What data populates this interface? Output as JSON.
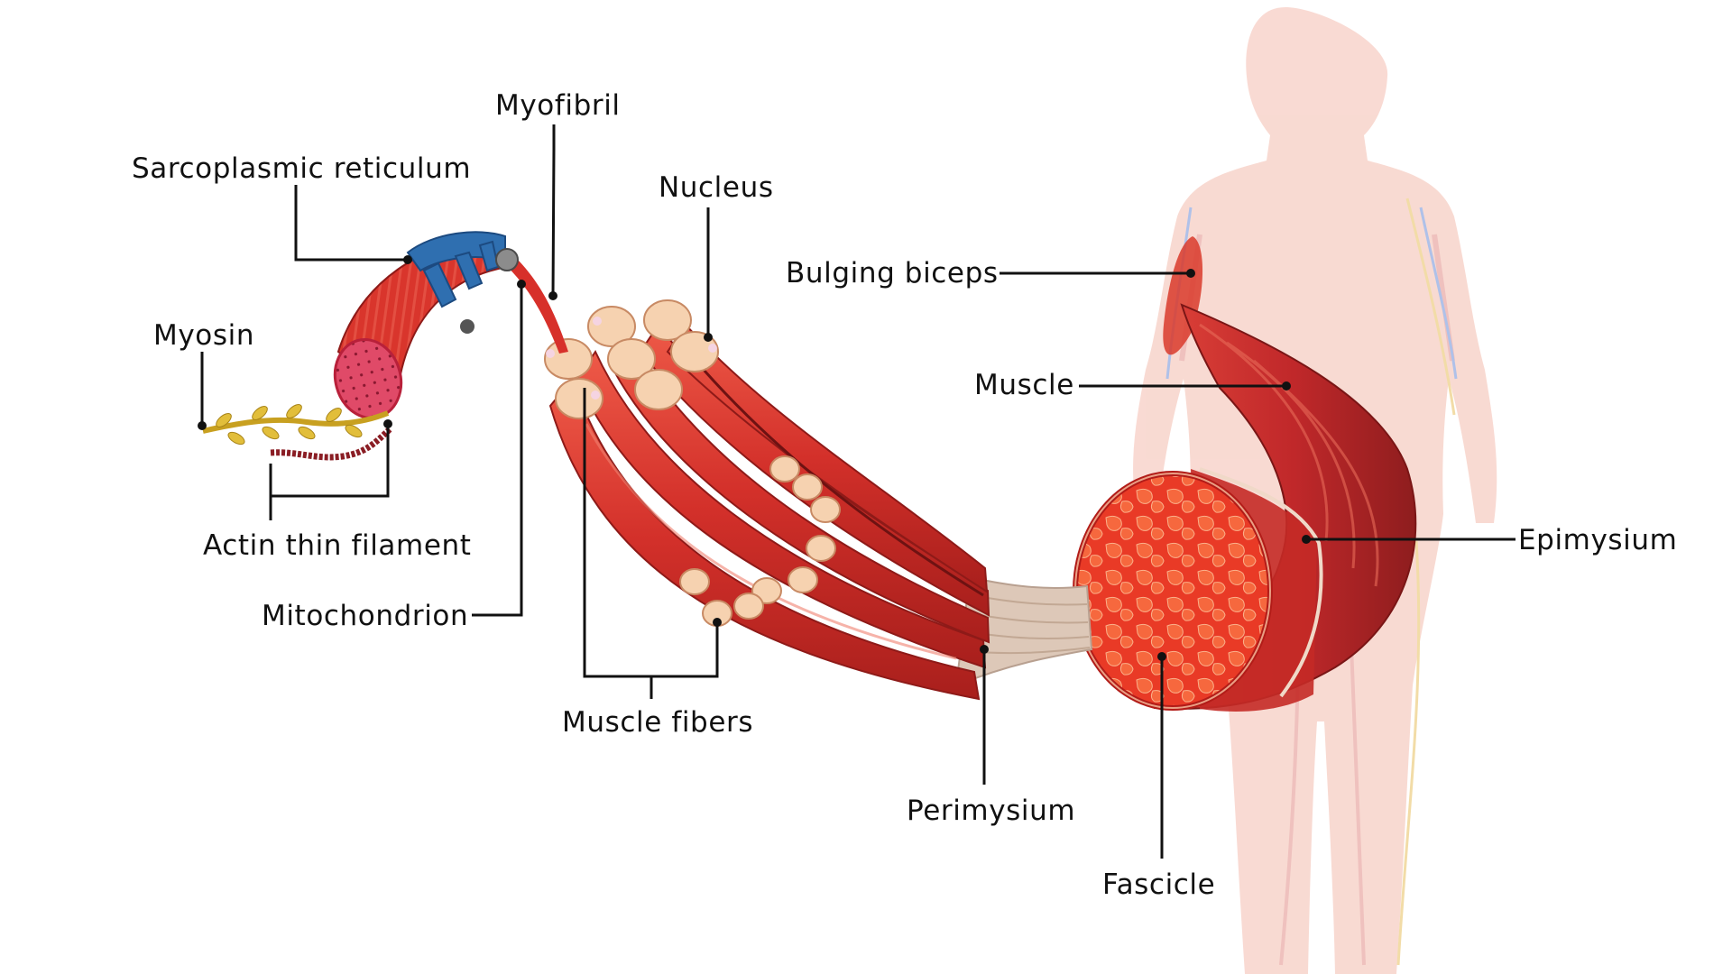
{
  "labels": {
    "myofibril": "Myofibril",
    "sarcoplasmic_reticulum": "Sarcoplasmic reticulum",
    "nucleus": "Nucleus",
    "bulging_biceps": "Bulging biceps",
    "myosin": "Myosin",
    "muscle": "Muscle",
    "actin_thin_filament": "Actin thin filament",
    "epimysium": "Epimysium",
    "mitochondrion": "Mitochondrion",
    "muscle_fibers": "Muscle fibers",
    "perimysium": "Perimysium",
    "fascicle": "Fascicle"
  },
  "colors": {
    "background": "#ffffff",
    "label_text": "#111111",
    "leader_line": "#111111",
    "muscle_red": "#d8322a",
    "muscle_dark": "#a81c18",
    "fiber_end": "#f6d2b0",
    "tendon": "#d9c4b4",
    "reticulum_blue": "#2f6fb0",
    "myosin_gold": "#d9b429",
    "actin_maroon": "#8a1d24",
    "body_ghost": "#f2b7a9"
  }
}
